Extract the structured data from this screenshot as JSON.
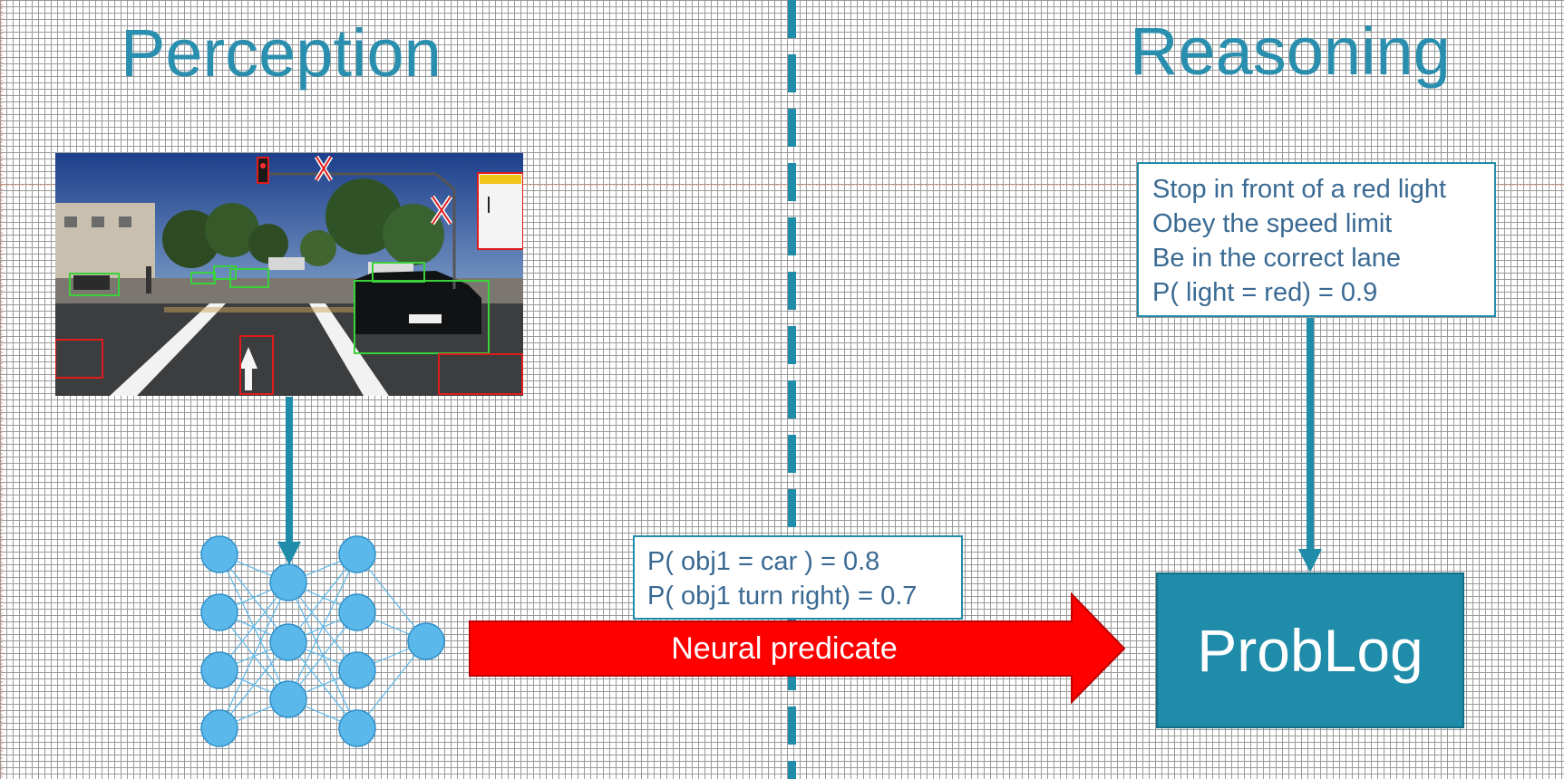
{
  "headings": {
    "perception": "Perception",
    "reasoning": "Reasoning"
  },
  "rules_box": {
    "lines": [
      "Stop in front of a red light",
      "Obey the speed limit",
      "Be in the correct lane",
      "P( light = red) = 0.9"
    ]
  },
  "predicate_box": {
    "lines": [
      "P( obj1 = car ) = 0.8",
      "P( obj1 turn right) = 0.7"
    ]
  },
  "arrow": {
    "label": "Neural predicate",
    "color": "#ff0000"
  },
  "problog": {
    "label": "ProbLog",
    "color": "#1f8ca9"
  },
  "colors": {
    "accent": "#1f8ca9",
    "heading": "#2a8fae",
    "text": "#3a6a93",
    "node": "#5bb8ea",
    "detection_green": "#3ad13a",
    "detection_red": "#e01b1b"
  },
  "network": {
    "layer_sizes": [
      4,
      3,
      4,
      1
    ]
  }
}
